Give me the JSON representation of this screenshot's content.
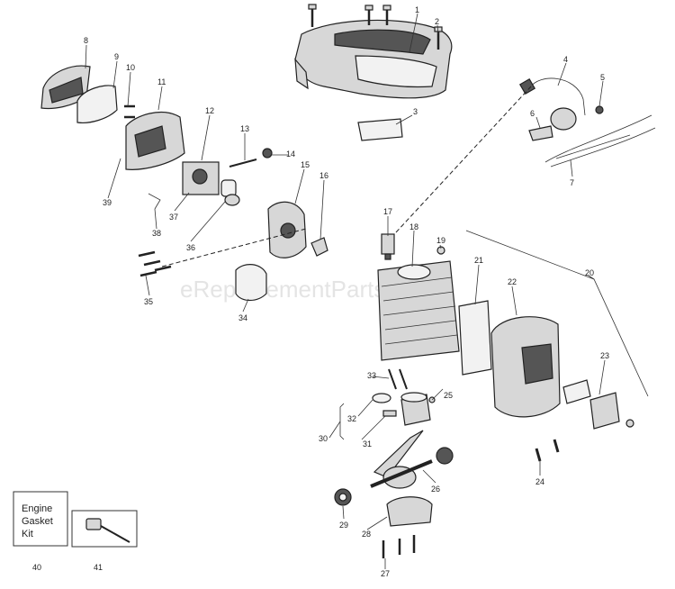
{
  "watermark": "eReplacementParts.com",
  "gasket_kit": {
    "line1": "Engine",
    "line2": "Gasket",
    "line3": "Kit"
  },
  "callouts": {
    "c1": "1",
    "c2": "2",
    "c3": "3",
    "c4": "4",
    "c5": "5",
    "c6": "6",
    "c7": "7",
    "c8": "8",
    "c9": "9",
    "c10": "10",
    "c11": "11",
    "c12": "12",
    "c13": "13",
    "c14": "14",
    "c15": "15",
    "c16": "16",
    "c17": "17",
    "c18": "18",
    "c19": "19",
    "c20": "20",
    "c21": "21",
    "c22": "22",
    "c23": "23",
    "c24": "24",
    "c25": "25",
    "c26": "26",
    "c27": "27",
    "c28": "28",
    "c29": "29",
    "c30": "30",
    "c31": "31",
    "c32": "32",
    "c33": "33",
    "c34": "34",
    "c35": "35",
    "c36": "36",
    "c37": "37",
    "c38": "38",
    "c39": "39",
    "c40": "40",
    "c41": "41"
  }
}
